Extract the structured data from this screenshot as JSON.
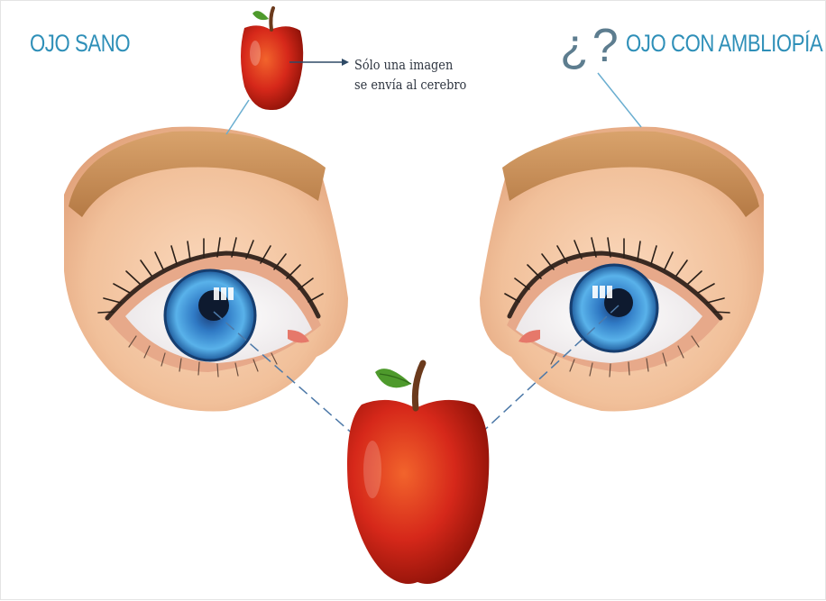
{
  "labels": {
    "healthy_eye": "OJO SANO",
    "amblyopia_eye": "OJO CON AMBLIOPÍA",
    "question_mark": "¿?"
  },
  "note": {
    "line1": "Sólo una imagen",
    "line2": "se envía al cerebro"
  },
  "colors": {
    "label_blue": "#2e8fb8",
    "iris_blue": "#3b8fd0",
    "apple_red": "#d42a16",
    "skin": "#f3c6a2",
    "brow": "#c9905a"
  },
  "icons": [
    "apple-icon",
    "eye-icon",
    "arrow-icon"
  ]
}
